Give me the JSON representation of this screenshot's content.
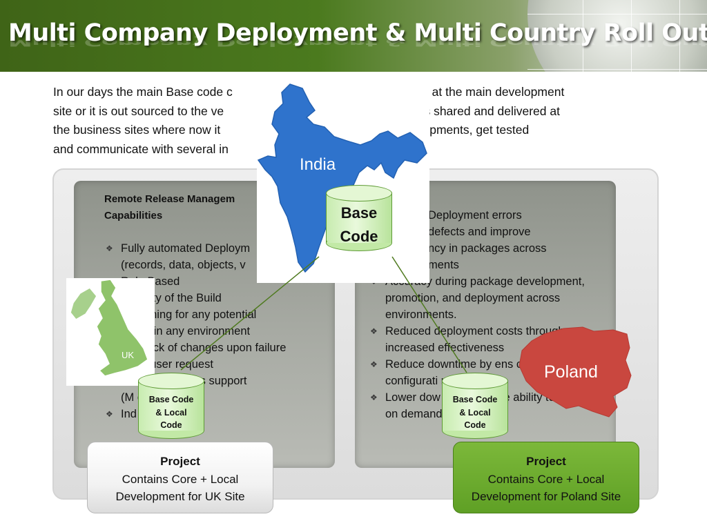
{
  "title": "Multi Company Deployment & Multi Country Roll Out",
  "intro": {
    "line1": "In our days the main Base code c",
    "line1b": "nted at the main development",
    "line2": "site or it is out sourced  to the ve",
    "line2b": "ted, gets shared and delivered at",
    "line3": "the business sites where now it",
    "line3b": "e local developments, get tested",
    "line4": "and communicate with several in"
  },
  "left_panel": {
    "heading_line1": "Remote Release Managem",
    "heading_line2": "Capabilities",
    "items": [
      "Fully automated Deploym",
      "(records, data, objects, v",
      "Role Based",
      "Integrity of the Build",
      "Screening for any potential",
      "errors in any environment",
      "Rollback of changes upon failure",
      "or on user request",
      "Multi Catalogues support",
      "(M                ons )",
      "Ind          kaging area"
    ]
  },
  "right_panel": {
    "items": [
      "Deployment errors",
      "defects and improve",
      "ncy in packages across",
      "ments",
      "Accuracy during package development, promotion, and deployment across environments.",
      "Reduced deployment costs through increased effectiveness",
      "Reduce downtime by ens consistency of configurati multiple e          s .",
      "Lower dow           s through the ability to b        hanges on demand or upon failu"
    ]
  },
  "maps": {
    "india_label": "India",
    "uk_label": "UK",
    "poland_label": "Poland"
  },
  "cylinders": {
    "india": {
      "line1": "Base",
      "line2": "Code"
    },
    "uk": {
      "line1": "Base Code",
      "line2": "& Local",
      "line3": "Code"
    },
    "poland": {
      "line1": "Base Code",
      "line2": "& Local",
      "line3": "Code"
    }
  },
  "projects": {
    "uk": {
      "title": "Project",
      "line1": "Contains  Core + Local",
      "line2": "Development for UK Site"
    },
    "poland": {
      "title": "Project",
      "line1": "Contains  Core + Local",
      "line2": "Development for Poland Site"
    }
  },
  "colors": {
    "title_green": "#4b7a1e",
    "project_green": "#6aaa2d",
    "india_blue": "#2f73cc",
    "uk_green": "#8fc36a",
    "poland_red": "#c9473f",
    "cylinder_green": "#c8ecb0"
  }
}
